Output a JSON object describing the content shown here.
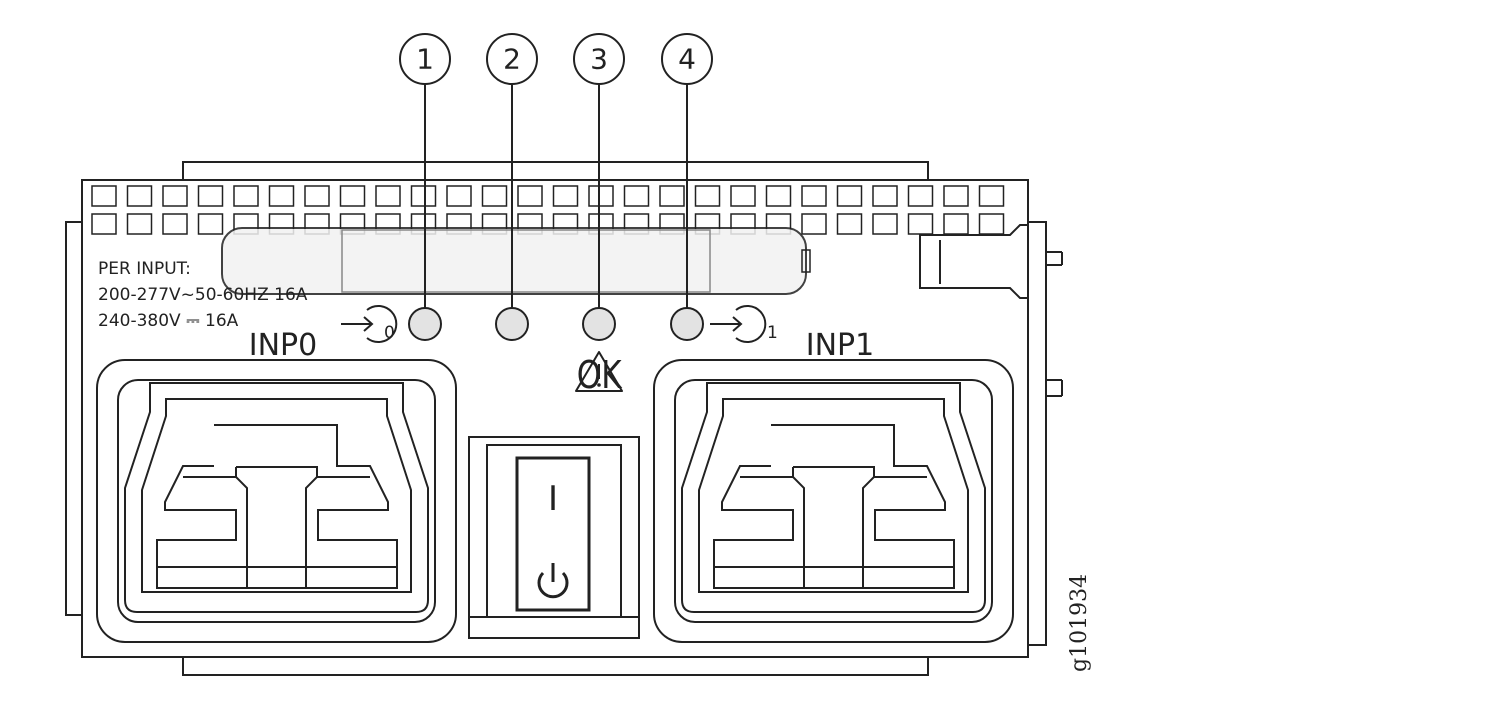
{
  "callouts": [
    "1",
    "2",
    "3",
    "4"
  ],
  "rating": {
    "line1": "PER INPUT:",
    "line2": "200-277V~50-60HZ 16A",
    "line3": "240-380V ⎓ 16A"
  },
  "inputs": {
    "left_label": "INP0",
    "right_label": "INP1",
    "left_subscript": "0",
    "right_subscript": "1"
  },
  "led_labels": {
    "ok": "OK"
  },
  "switch": {
    "on_symbol": "I",
    "standby_symbol": "⏻"
  },
  "figure_id": "g101934",
  "icons": [
    "input-arrow-icon",
    "warning-triangle-icon",
    "power-standby-icon"
  ]
}
